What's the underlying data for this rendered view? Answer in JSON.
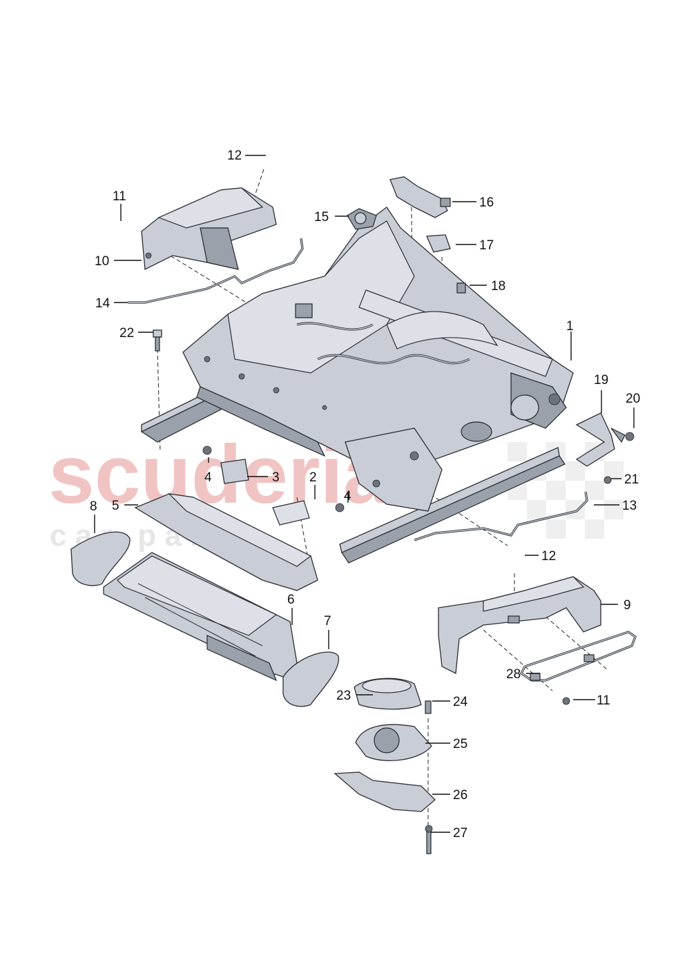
{
  "watermark": {
    "brand": "scuderia",
    "sub": "c a r   p a r t s",
    "brand_color": "#f1c4c4",
    "sub_color": "#e6e6e6",
    "flag_color": "#e2e2e2"
  },
  "callouts": [
    "1",
    "2",
    "3",
    "4",
    "4",
    "5",
    "6",
    "7",
    "8",
    "9",
    "10",
    "11",
    "11",
    "12",
    "12",
    "13",
    "14",
    "15",
    "16",
    "17",
    "18",
    "19",
    "20",
    "21",
    "22",
    "23",
    "24",
    "25",
    "26",
    "27",
    "28"
  ]
}
